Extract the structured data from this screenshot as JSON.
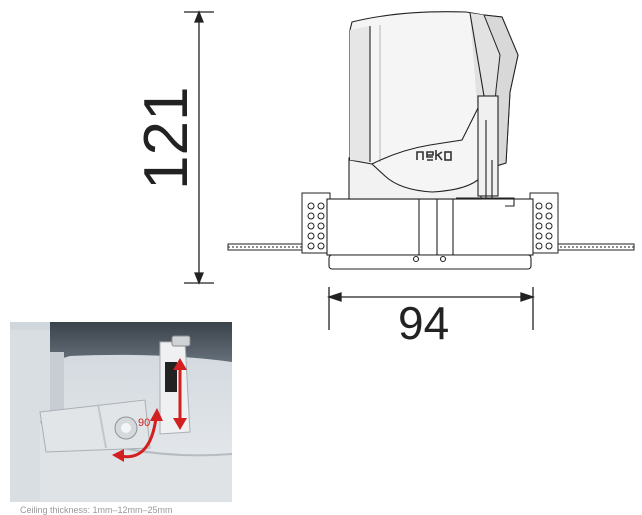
{
  "dimensions": {
    "height": "121",
    "width": "94"
  },
  "brand": "neko",
  "detail_photo": {
    "angle_label": "90°"
  },
  "caption": "Ceiling thickness: 1mm–12mm–25mm",
  "colors": {
    "line": "#222222",
    "arrow_red": "#d21f1f",
    "housing_light": "#f5f5f5",
    "housing_mid": "#e2e2e2",
    "photo_bg": "#e6e9ec"
  }
}
